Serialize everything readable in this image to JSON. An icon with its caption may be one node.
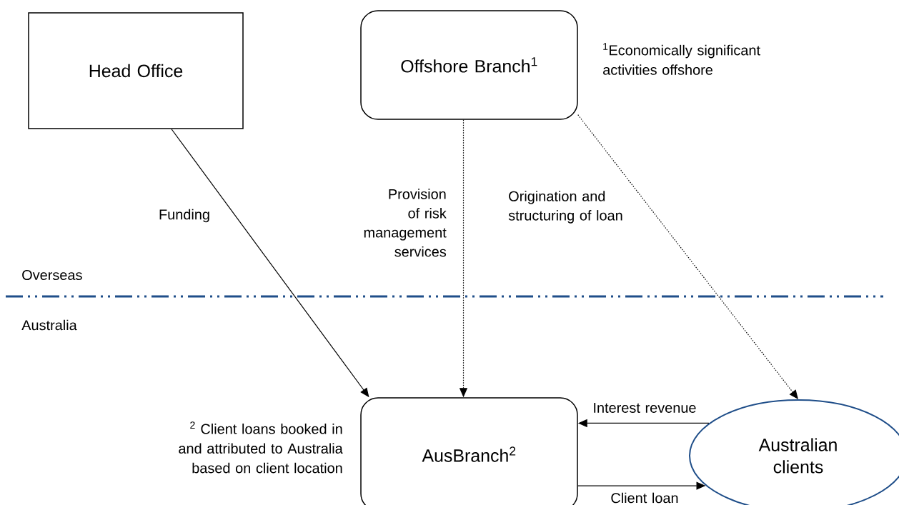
{
  "diagram": {
    "nodes": [
      {
        "text": [
          "Head Office"
        ]
      },
      {
        "text": [
          "Offshore Branch$^{1}$"
        ]
      },
      {
        "text": [
          "AusBranch$^{2}$"
        ]
      },
      {
        "text": [
          "Australian clients"
        ]
      }
    ],
    "edges": [
      {
        "from": 0,
        "to": 2,
        "arrow": "to",
        "label": "Funding"
      },
      {
        "from": 1,
        "to": 2,
        "arrow": "to",
        "label": "Provision of risk management services",
        "style": "dashed"
      },
      {
        "from": 1,
        "to": 3,
        "arrow": "to",
        "label": "Origination and structuring of loan",
        "style": "dashed"
      },
      {
        "from": 3,
        "to": 2,
        "arrow": "to",
        "label": "Interest revenue"
      },
      {
        "from": 2,
        "to": 3,
        "arrow": "to",
        "label": "Client loan"
      }
    ],
    "labels": [
      "$^{1}$Economically significant activities offshore",
      "Overseas",
      "Australia",
      "$^{2}$ Client loans booked in and attributed to Australia based on client location"
    ]
  }
}
